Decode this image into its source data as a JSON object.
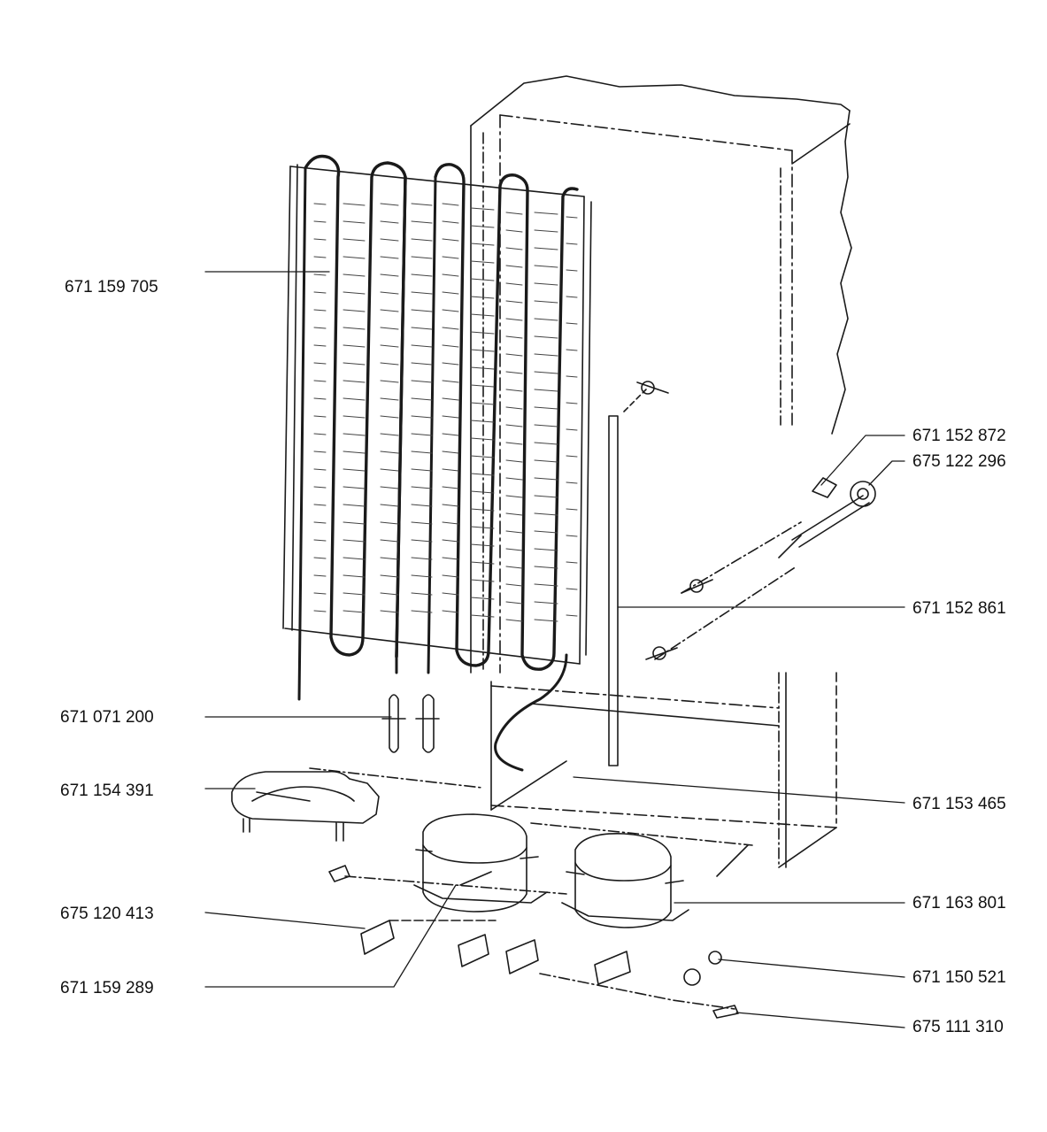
{
  "diagram": {
    "labels": [
      {
        "id": "condenser",
        "text": "671 159 705"
      },
      {
        "id": "filter-drier",
        "text": "671 071 200"
      },
      {
        "id": "drip-tray",
        "text": "671 154 391"
      },
      {
        "id": "compressor-mount",
        "text": "675 120 413"
      },
      {
        "id": "compressor-left",
        "text": "671 159 289"
      },
      {
        "id": "clip",
        "text": "671 152 872"
      },
      {
        "id": "rod",
        "text": "675 122 296"
      },
      {
        "id": "vertical-bar",
        "text": "671 152 861"
      },
      {
        "id": "bracket-clip",
        "text": "671 153 465"
      },
      {
        "id": "compressor-right",
        "text": "671 163 801"
      },
      {
        "id": "grommet",
        "text": "671 150 521"
      },
      {
        "id": "spring-clip",
        "text": "675 111 310"
      }
    ],
    "line_color": "#1a1a1a"
  }
}
